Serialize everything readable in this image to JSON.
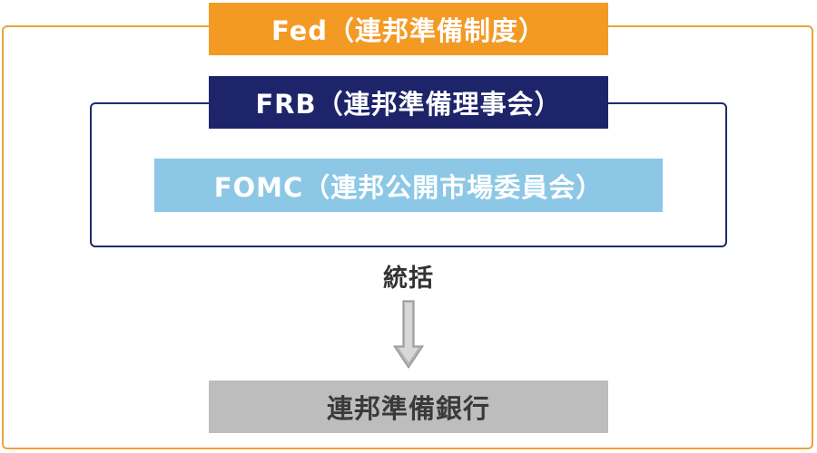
{
  "diagram": {
    "fed_label": "Fed（連邦準備制度）",
    "frb_label": "FRB（連邦準備理事会）",
    "fomc_label": "FOMC（連邦公開市場委員会）",
    "control_label": "統括",
    "bank_label": "連邦準備銀行",
    "colors": {
      "fed": "#f39a25",
      "frb": "#1e2469",
      "fomc": "#8cc8e6",
      "bank": "#bdbdbd",
      "outer_border": "#e8a33c",
      "inner_border": "#1f2a6b",
      "arrow": "#b3b3b3"
    }
  }
}
